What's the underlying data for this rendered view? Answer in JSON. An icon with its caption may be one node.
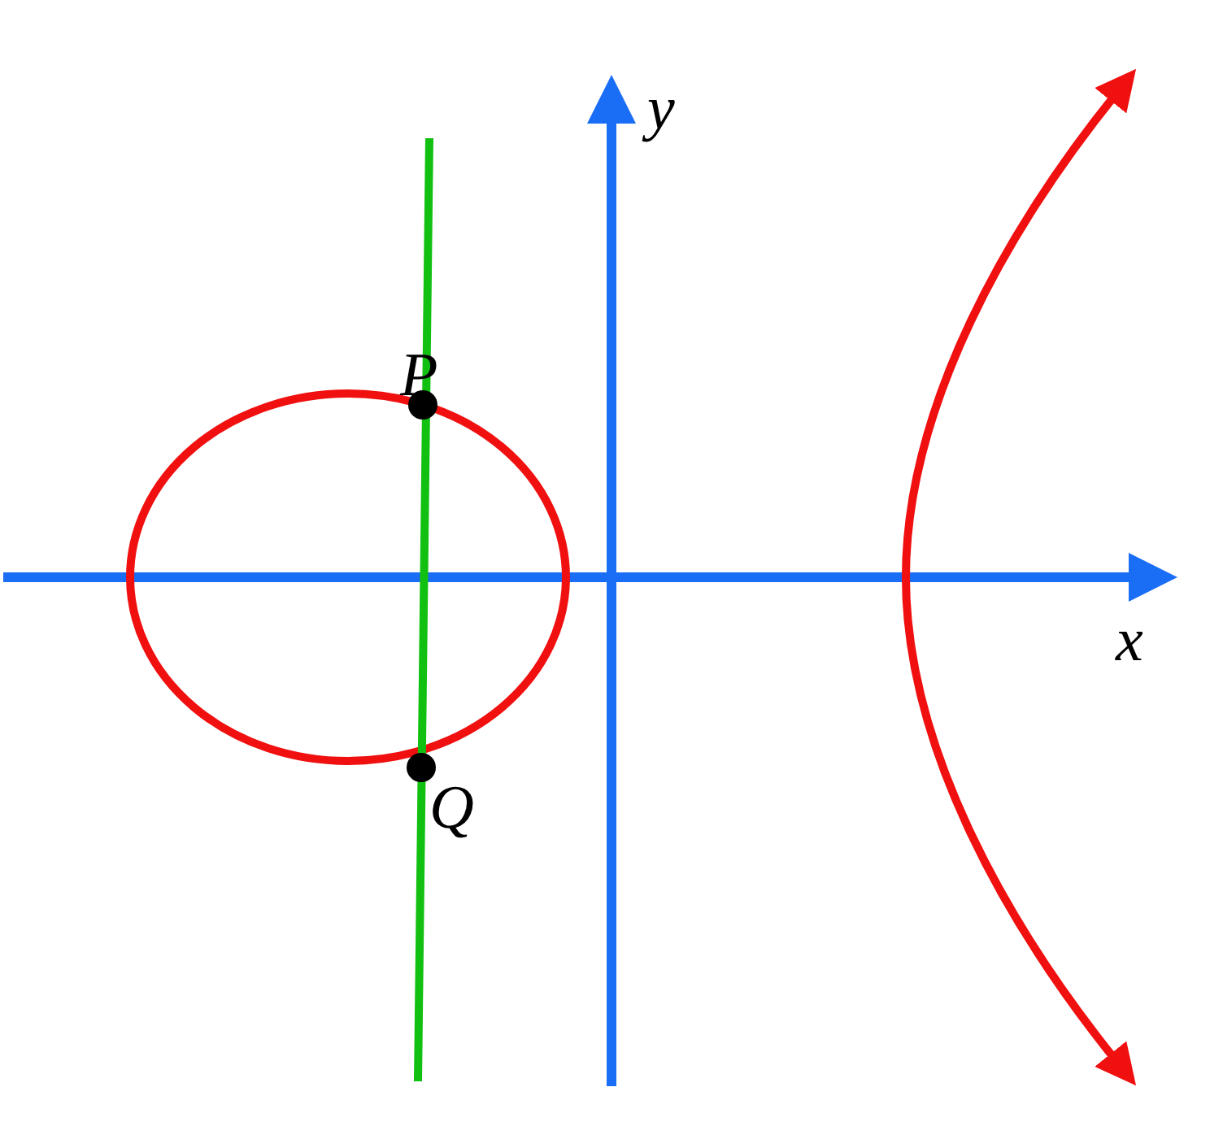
{
  "diagram": {
    "labels": [
      "y",
      "P",
      "x",
      "Q"
    ]
  }
}
